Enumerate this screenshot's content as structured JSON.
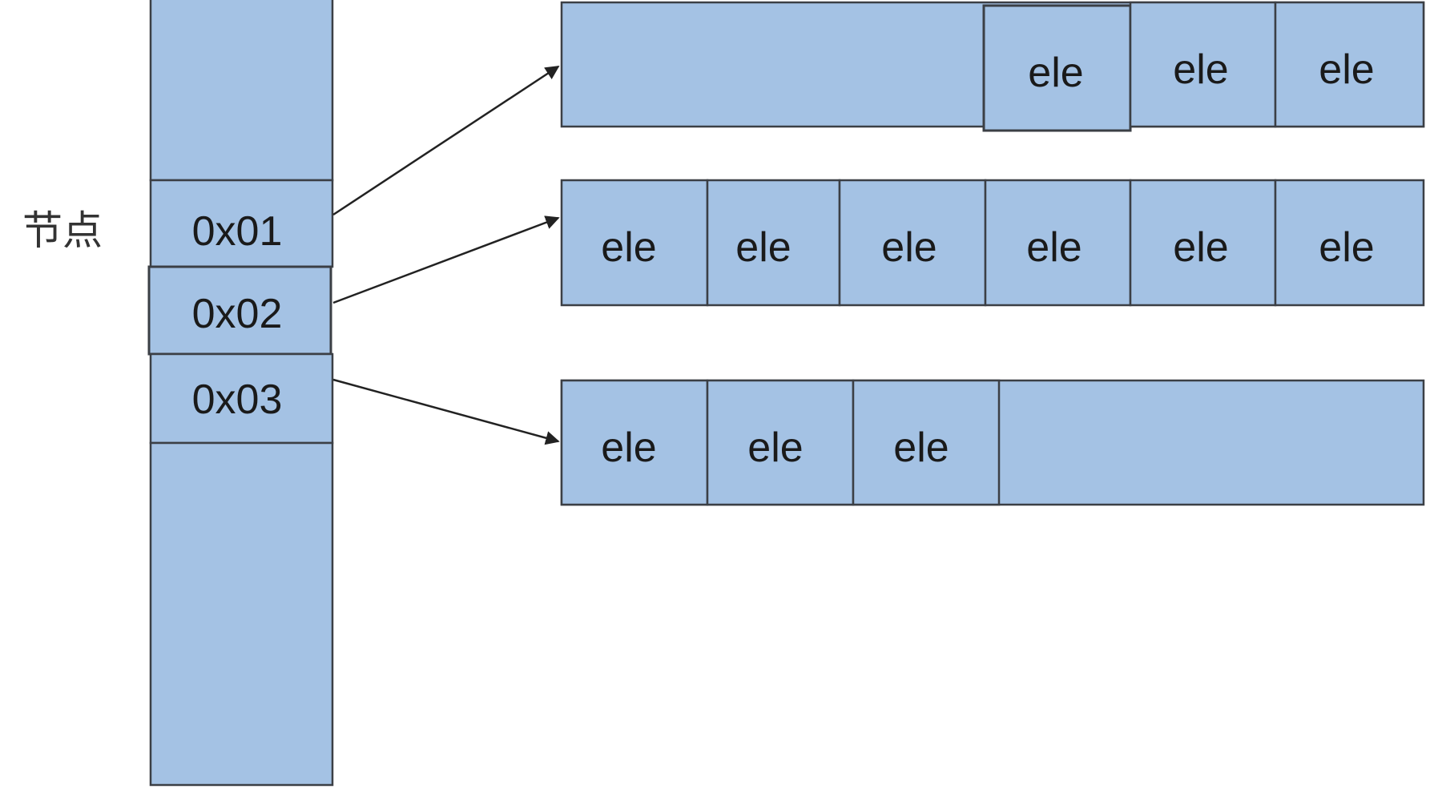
{
  "node_label": "节点",
  "pointers": [
    "0x01",
    "0x02",
    "0x03"
  ],
  "rows": [
    {
      "elements": [
        "ele",
        "ele",
        "ele"
      ]
    },
    {
      "elements": [
        "ele",
        "ele",
        "ele",
        "ele",
        "ele",
        "ele"
      ]
    },
    {
      "elements": [
        "ele",
        "ele",
        "ele"
      ]
    }
  ],
  "colors": {
    "fill": "#a4c2e4",
    "border": "#3b3f45",
    "arrow": "#222222"
  }
}
